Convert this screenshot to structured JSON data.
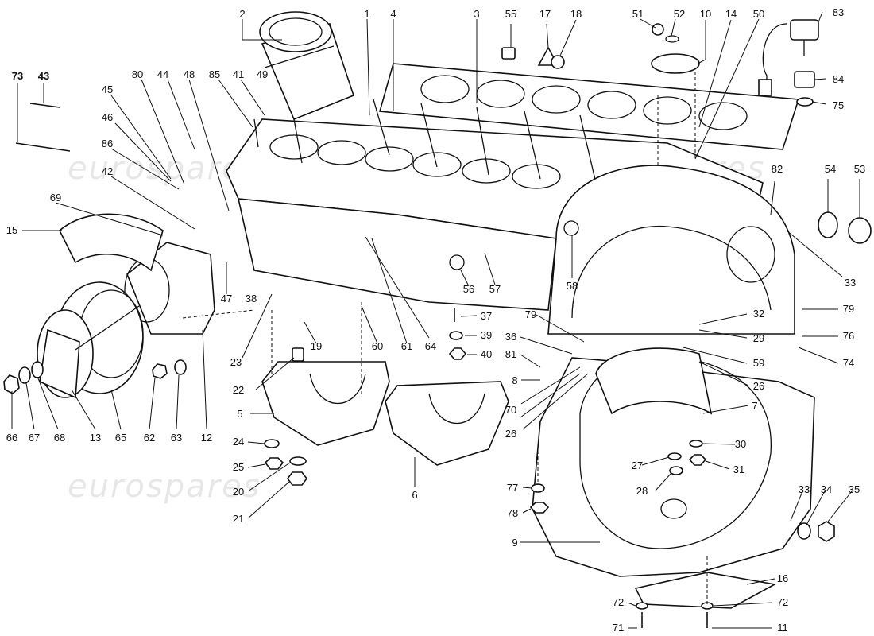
{
  "watermark": "eurospares",
  "callouts": [
    {
      "id": "c2",
      "text": "2"
    },
    {
      "id": "c1",
      "text": "1"
    },
    {
      "id": "c4",
      "text": "4"
    },
    {
      "id": "c3",
      "text": "3"
    },
    {
      "id": "c55",
      "text": "55"
    },
    {
      "id": "c17",
      "text": "17"
    },
    {
      "id": "c18",
      "text": "18"
    },
    {
      "id": "c51",
      "text": "51"
    },
    {
      "id": "c52",
      "text": "52"
    },
    {
      "id": "c10",
      "text": "10"
    },
    {
      "id": "c14",
      "text": "14"
    },
    {
      "id": "c50",
      "text": "50"
    },
    {
      "id": "c83",
      "text": "83"
    },
    {
      "id": "c84",
      "text": "84"
    },
    {
      "id": "c75",
      "text": "75"
    },
    {
      "id": "c73",
      "text": "73"
    },
    {
      "id": "c43",
      "text": "43"
    },
    {
      "id": "c45",
      "text": "45"
    },
    {
      "id": "c80",
      "text": "80"
    },
    {
      "id": "c44",
      "text": "44"
    },
    {
      "id": "c48",
      "text": "48"
    },
    {
      "id": "c85",
      "text": "85"
    },
    {
      "id": "c41",
      "text": "41"
    },
    {
      "id": "c49",
      "text": "49"
    },
    {
      "id": "c46",
      "text": "46"
    },
    {
      "id": "c86",
      "text": "86"
    },
    {
      "id": "c42",
      "text": "42"
    },
    {
      "id": "c69",
      "text": "69"
    },
    {
      "id": "c15",
      "text": "15"
    },
    {
      "id": "c47",
      "text": "47"
    },
    {
      "id": "c38",
      "text": "38"
    },
    {
      "id": "c82",
      "text": "82"
    },
    {
      "id": "c54",
      "text": "54"
    },
    {
      "id": "c53",
      "text": "53"
    },
    {
      "id": "c33a",
      "text": "33"
    },
    {
      "id": "c58",
      "text": "58"
    },
    {
      "id": "c56",
      "text": "56"
    },
    {
      "id": "c57",
      "text": "57"
    },
    {
      "id": "c79a",
      "text": "79"
    },
    {
      "id": "c37",
      "text": "37"
    },
    {
      "id": "c39",
      "text": "39"
    },
    {
      "id": "c40",
      "text": "40"
    },
    {
      "id": "c36",
      "text": "36"
    },
    {
      "id": "c81",
      "text": "81"
    },
    {
      "id": "c32",
      "text": "32"
    },
    {
      "id": "c79b",
      "text": "79"
    },
    {
      "id": "c29",
      "text": "29"
    },
    {
      "id": "c76",
      "text": "76"
    },
    {
      "id": "c74",
      "text": "74"
    },
    {
      "id": "c59",
      "text": "59"
    },
    {
      "id": "c26a",
      "text": "26"
    },
    {
      "id": "c26b",
      "text": "26"
    },
    {
      "id": "c7",
      "text": "7"
    },
    {
      "id": "c8",
      "text": "8"
    },
    {
      "id": "c70",
      "text": "70"
    },
    {
      "id": "c23",
      "text": "23"
    },
    {
      "id": "c19",
      "text": "19"
    },
    {
      "id": "c60",
      "text": "60"
    },
    {
      "id": "c61",
      "text": "61"
    },
    {
      "id": "c64",
      "text": "64"
    },
    {
      "id": "c22",
      "text": "22"
    },
    {
      "id": "c5",
      "text": "5"
    },
    {
      "id": "c24",
      "text": "24"
    },
    {
      "id": "c25",
      "text": "25"
    },
    {
      "id": "c20",
      "text": "20"
    },
    {
      "id": "c21",
      "text": "21"
    },
    {
      "id": "c6",
      "text": "6"
    },
    {
      "id": "c30",
      "text": "30"
    },
    {
      "id": "c27",
      "text": "27"
    },
    {
      "id": "c31",
      "text": "31"
    },
    {
      "id": "c28",
      "text": "28"
    },
    {
      "id": "c77",
      "text": "77"
    },
    {
      "id": "c78",
      "text": "78"
    },
    {
      "id": "c33b",
      "text": "33"
    },
    {
      "id": "c34",
      "text": "34"
    },
    {
      "id": "c35",
      "text": "35"
    },
    {
      "id": "c9",
      "text": "9"
    },
    {
      "id": "c16",
      "text": "16"
    },
    {
      "id": "c72a",
      "text": "72"
    },
    {
      "id": "c72b",
      "text": "72"
    },
    {
      "id": "c71",
      "text": "71"
    },
    {
      "id": "c11",
      "text": "11"
    },
    {
      "id": "c66",
      "text": "66"
    },
    {
      "id": "c67",
      "text": "67"
    },
    {
      "id": "c68",
      "text": "68"
    },
    {
      "id": "c13",
      "text": "13"
    },
    {
      "id": "c65",
      "text": "65"
    },
    {
      "id": "c62",
      "text": "62"
    },
    {
      "id": "c63",
      "text": "63"
    },
    {
      "id": "c12",
      "text": "12"
    }
  ]
}
